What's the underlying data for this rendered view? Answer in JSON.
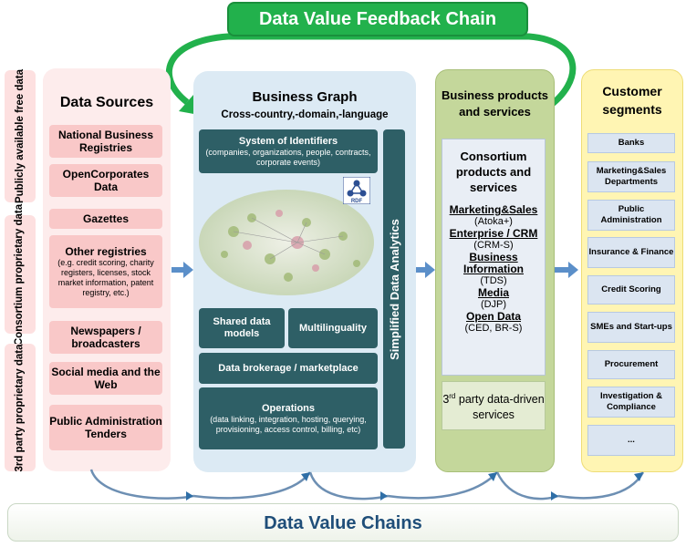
{
  "feedback": {
    "title": "Data Value Feedback Chain"
  },
  "side_labels": [
    {
      "text": "Publicly available free data"
    },
    {
      "text": "Consortium proprietary data"
    },
    {
      "text": "3rd party proprietary data"
    }
  ],
  "data_sources": {
    "title": "Data Sources",
    "items": [
      {
        "label": "National Business Registries",
        "sub": ""
      },
      {
        "label": "OpenCorporates Data",
        "sub": ""
      },
      {
        "label": "Gazettes",
        "sub": ""
      },
      {
        "label": "Other registries",
        "sub": "(e.g. credit scoring, charity registers, licenses, stock market information, patent registry, etc.)"
      },
      {
        "label": "Newspapers / broadcasters",
        "sub": ""
      },
      {
        "label": "Social media and the Web",
        "sub": ""
      },
      {
        "label": "Public Administration Tenders",
        "sub": ""
      }
    ]
  },
  "business_graph": {
    "title": "Business Graph",
    "subtitle": "Cross-country,-domain,-language",
    "identifiers": {
      "title": "System of Identifiers",
      "sub": "(companies, organizations, people, contracts, corporate events)"
    },
    "rdf_logo": "RDF",
    "shared_models": "Shared data models",
    "multilinguality": "Multilinguality",
    "brokerage": "Data brokerage / marketplace",
    "operations": {
      "title": "Operations",
      "sub": "(data linking, integration, hosting, querying, provisioning, access control, billing, etc)"
    },
    "analytics": "Simplified Data Analytics"
  },
  "business_products": {
    "title": "Business products and services",
    "consortium_title": "Consortium products and services",
    "items": [
      {
        "name": "Marketing&Sales",
        "code": "(Atoka+)"
      },
      {
        "name": "Enterprise / CRM",
        "code": "(CRM-S)"
      },
      {
        "name": "Business Information",
        "code": "(TDS)"
      },
      {
        "name": "Media",
        "code": "(DJP)"
      },
      {
        "name": "Open Data",
        "code": "(CED, BR-S)"
      }
    ],
    "third_party": {
      "sup": "rd",
      "pre": "3",
      "text": " party data-driven services"
    }
  },
  "customer_segments": {
    "title": "Customer segments",
    "items": [
      "Banks",
      "Marketing&Sales Departments",
      "Public Administration",
      "Insurance & Finance",
      "Credit Scoring",
      "SMEs and Start-ups",
      "Procurement",
      "Investigation & Compliance",
      "..."
    ]
  },
  "chains": {
    "title": "Data Value Chains"
  },
  "colors": {
    "green": "#22b14c",
    "dark_teal": "#2e5f66",
    "arrow_blue": "#5b8fc9",
    "pink": "#f9c8c8"
  }
}
